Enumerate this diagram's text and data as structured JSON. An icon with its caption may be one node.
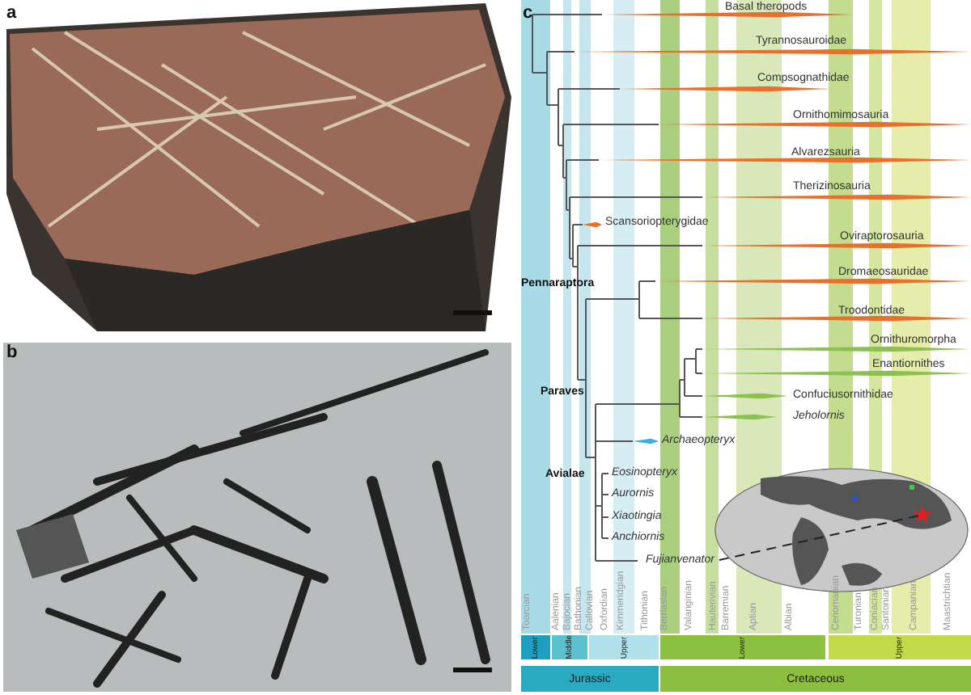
{
  "diagram": {
    "nodes": [
      {
        "text": [],
        "shape": "picture"
      },
      {
        "text": [],
        "shape": "picture"
      },
      {
        "text": [],
        "shape": "picture"
      },
      {
        "text": [
          "Fujianvenator"
        ]
      }
    ],
    "edges": [
      {
        "from": 3,
        "to": 2,
        "arrow": "none",
        "style": "dashed"
      }
    ],
    "labels": [
      "a",
      "b",
      "c",
      "Basal theropods",
      "Tyrannosauroidae",
      "Compsognathidae",
      "Ornithomimosauria",
      "Alvarezsauria",
      "Therizinosauria",
      "Scansoriopterygidae",
      "Oviraptorosauria",
      "Pennaraptora",
      "Dromaeosauridae",
      "Troodontidae",
      "Ornithuromorpha",
      "Enantiornithes",
      "Paraves",
      "Confuciusornithidae",
      "Jeholornis",
      "Archaeopteryx",
      "Avialae",
      "Eosinopteryx",
      "Aurornis",
      "Xiaotingia",
      "Anchiornis",
      "Toarcian",
      "Aalenian",
      "Bajocian",
      "Bathonian",
      "Callovian",
      "Oxfordian",
      "Kimmeridgian",
      "Tithonian",
      "Berriasian",
      "Valanginian",
      "Hauterivian",
      "Barremian",
      "Aptian",
      "Albian",
      "Cenomanian",
      "Turonian",
      "Coniacian",
      "Santonian",
      "Campanian",
      "Maastrichtian",
      "Lower",
      "Middle",
      "Upper",
      "Lower",
      "Upper",
      "Jurassic",
      "Cretaceous"
    ]
  }
}
